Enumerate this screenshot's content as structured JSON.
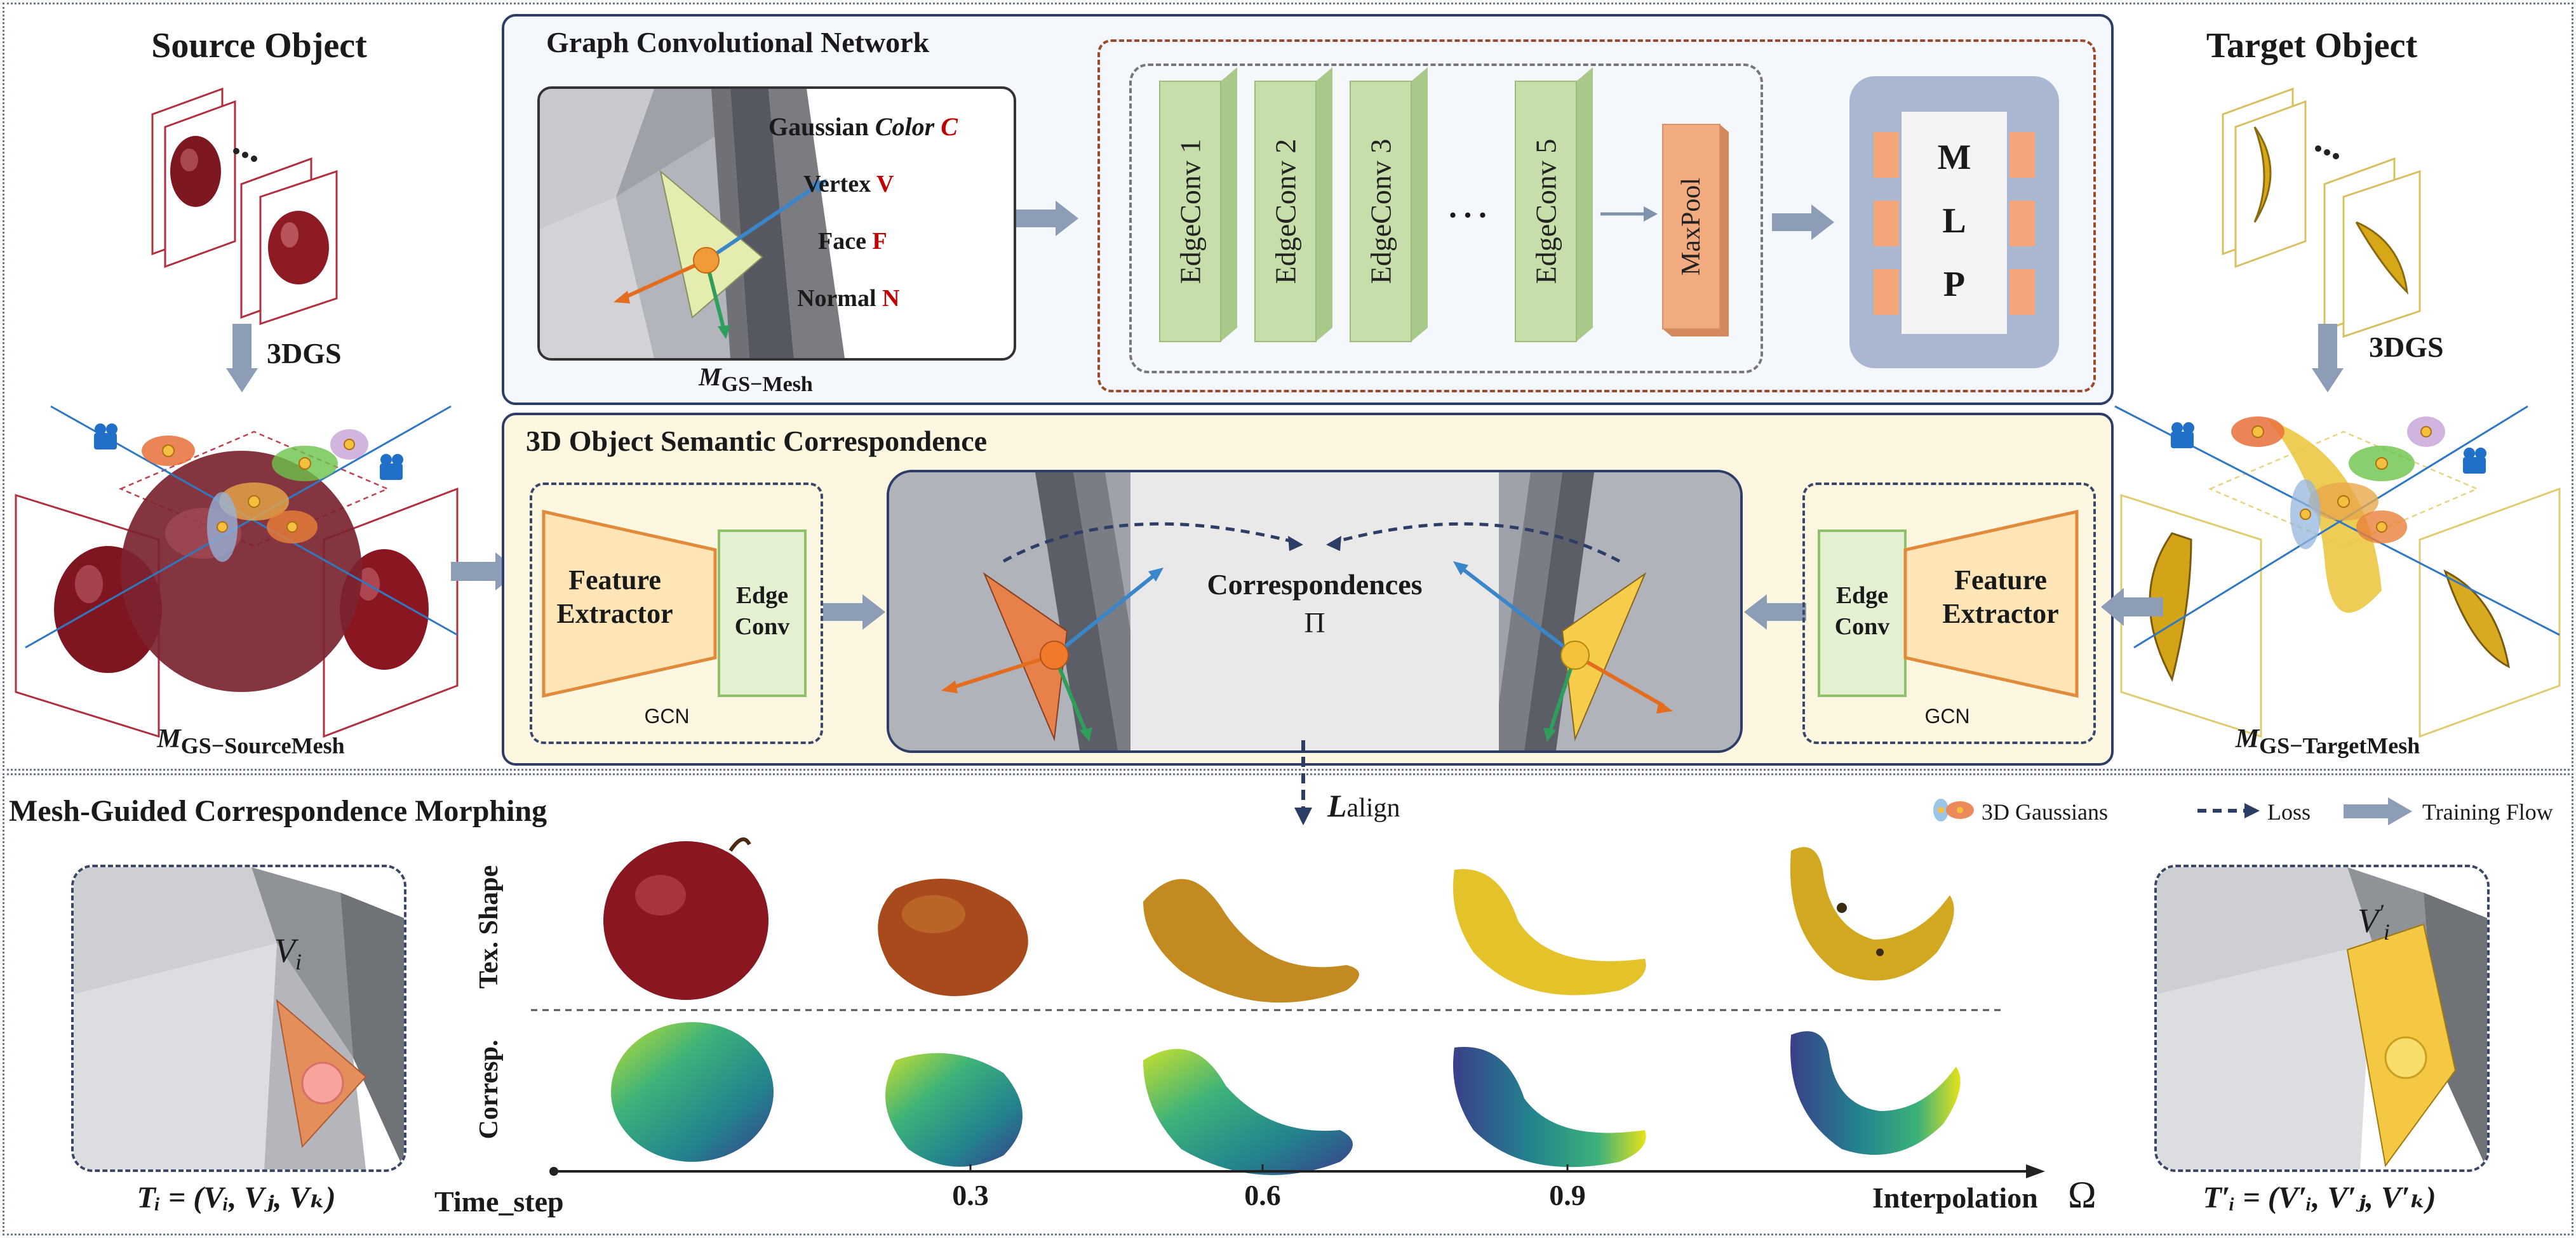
{
  "source_object": {
    "title": "Source Object",
    "step": "3DGS",
    "mesh_label": "GS−SourceMesh",
    "mesh_symbol": "M"
  },
  "target_object": {
    "title": "Target Object",
    "step": "3DGS",
    "mesh_label": "GS−TargetMesh",
    "mesh_symbol": "M"
  },
  "gcn": {
    "title": "Graph Convolutional Network",
    "attributes": [
      {
        "label": "Gaussian ",
        "italic": "Color",
        "symbol": "C"
      },
      {
        "label": "Vertex",
        "symbol": "V"
      },
      {
        "label": "Face",
        "symbol": "F"
      },
      {
        "label": "Normal",
        "symbol": "N"
      }
    ],
    "mesh_label": "GS−Mesh",
    "mesh_symbol": "M",
    "layers": [
      "EdgeConv 1",
      "EdgeConv 2",
      "EdgeConv 3",
      "EdgeConv 5"
    ],
    "ellipsis": "…",
    "pool": "MaxPool",
    "mlp": [
      "M",
      "L",
      "P"
    ]
  },
  "correspondence": {
    "title": "3D Object  Semantic Correspondence",
    "feature_extractor": "Feature Extractor",
    "edge_conv": "Edge Conv",
    "gcn_label": "GCN",
    "center_title": "Correspondences",
    "center_symbol": "Π"
  },
  "loss": {
    "symbol": "L",
    "subscript": "align"
  },
  "morphing": {
    "title": "Mesh-Guided Correspondence Morphing",
    "row_labels": [
      "Tex. Shape",
      "Corresp."
    ],
    "left_vertex": "V",
    "left_vertex_sub": "i",
    "right_vertex": "V",
    "right_vertex_sub": "i",
    "right_vertex_prime": "′",
    "left_formula": "Tᵢ = (Vᵢ, Vⱼ, Vₖ)",
    "right_formula": "T′ᵢ = (V′ᵢ, V′ⱼ, V′ₖ)",
    "axis_start": "Time_step",
    "axis_end": "Interpolation",
    "axis_symbol": "Ω",
    "ticks": [
      "0.3",
      "0.6",
      "0.9"
    ]
  },
  "legend": {
    "gaussians": "3D Gaussians",
    "loss": "Loss",
    "flow": "Training Flow"
  },
  "colors": {
    "gcn_panel_bg": "#f4f7fc",
    "gcn_panel_border": "#2d3e66",
    "corr_panel_bg": "#fdf6e0",
    "edgeconv_fill": "#c5deaa",
    "edgeconv_border": "#9ebd7c",
    "maxpool_fill": "#f2ab7e",
    "mlp_bg": "#a9b8d0",
    "mlp_cell": "#f4a67a",
    "accent_red": "#c00000",
    "arrow_gray": "#7f93ad",
    "apple": "#8c1a22",
    "banana": "#e6c22c"
  }
}
